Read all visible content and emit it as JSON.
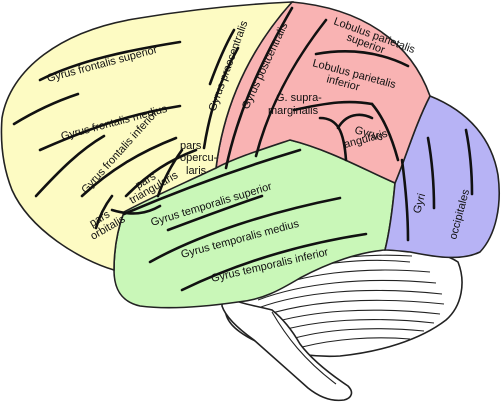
{
  "lobes": {
    "frontal": {
      "color": "#fdfbc3"
    },
    "parietal": {
      "color": "#f9b3b3"
    },
    "temporal": {
      "color": "#c9f7b8"
    },
    "occipital": {
      "color": "#b7b3f5"
    },
    "cerebellum": {
      "color": "#ffffff"
    }
  },
  "labels": {
    "gyrus_frontalis_superior": "Gyrus frontalis superior",
    "gyrus_frontalis_medius": "Gyrus frontalis medius",
    "gyrus_frontalis_inferior": "Gyrus frontalis inferior",
    "pars_orbitalis_1": "pars",
    "pars_orbitalis_2": "orbitalis",
    "pars_triangularis_1": "pars",
    "pars_triangularis_2": "triangularis",
    "pars_opercularis_1": "pars",
    "pars_opercularis_2": "opercu-",
    "pars_opercularis_3": "laris",
    "gyrus_praecentralis": "Gyrus praecentralis",
    "gyrus_postcentralis": "Gyrus postcentralis",
    "lobulus_parietalis_superior_1": "Lobulus parietalis",
    "lobulus_parietalis_superior_2": "superior",
    "lobulus_parietalis_inferior_1": "Lobulus parietalis",
    "lobulus_parietalis_inferior_2": "inferior",
    "g_supramarginalis_1": "G. supra-",
    "g_supramarginalis_2": "marginalis",
    "gyrus_angularis_1": "Gyrus",
    "gyrus_angularis_2": "angularis",
    "gyri_occipitales_1": "Gyri",
    "gyri_occipitales_2": "occipitales",
    "gyrus_temporalis_superior": "Gyrus temporalis superior",
    "gyrus_temporalis_medius": "Gyrus temporalis medius",
    "gyrus_temporalis_inferior": "Gyrus temporalis inferior"
  }
}
